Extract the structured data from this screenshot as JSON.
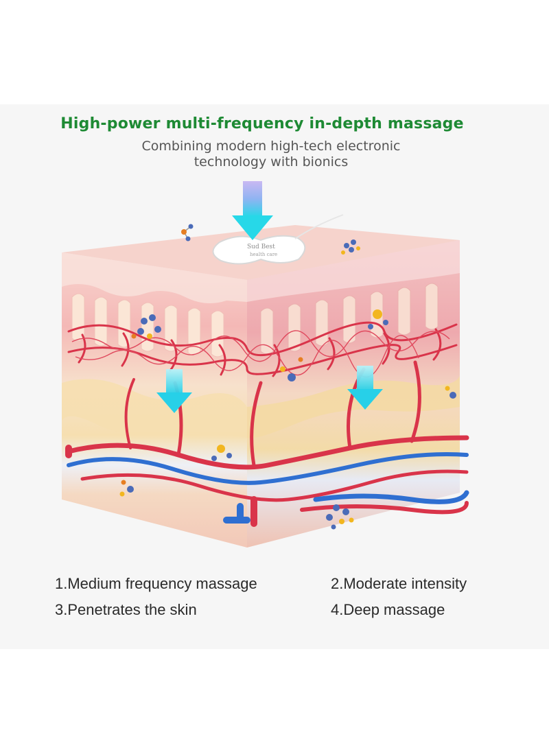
{
  "header": {
    "title": "High-power multi-frequency in-depth massage",
    "subtitle_line1": "Combining modern high-tech electronic",
    "subtitle_line2": "technology with bionics"
  },
  "pad": {
    "label_line1": "Sud Best",
    "label_line2": "health care"
  },
  "features": [
    "1.Medium frequency massage",
    "2.Moderate intensity",
    "3.Penetrates the skin",
    "4.Deep massage"
  ],
  "colors": {
    "title": "#1e8a34",
    "subtitle": "#555555",
    "arrow": "#27d8e8",
    "vessel_red": "#d9344a",
    "vessel_blue": "#2f6fd1",
    "skin_top": "#f7c7c2",
    "fat_layer": "#f6dfb0"
  },
  "icons": [
    "down-arrow-icon",
    "molecule-icon",
    "electrode-pad-icon"
  ]
}
